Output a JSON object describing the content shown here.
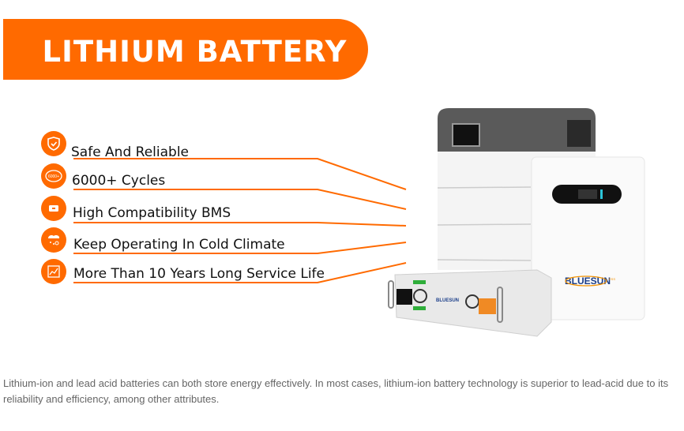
{
  "banner": {
    "title": "LITHIUM BATTERY"
  },
  "features": [
    {
      "label": "Safe And Reliable",
      "icon": "shield-check-icon"
    },
    {
      "label": "6000+ Cycles",
      "icon": "cycle-icon",
      "icon_text": "6000+"
    },
    {
      "label": "High Compatibility BMS",
      "icon": "bms-icon"
    },
    {
      "label": "Keep Operating In Cold Climate",
      "icon": "cold-climate-icon"
    },
    {
      "label": "More Than 10 Years Long Service Life",
      "icon": "chart-trend-icon"
    }
  ],
  "product": {
    "brand": "BLUESUN",
    "brand_suffix": "ESS"
  },
  "description": "Lithium-ion and lead acid batteries can both store energy effectively. In most cases, lithium-ion battery technology is superior to lead-acid due to its reliability and efficiency, among other attributes.",
  "colors": {
    "accent": "#ff6a00",
    "brand_blue": "#1c3f8a",
    "text_gray": "#666666"
  }
}
